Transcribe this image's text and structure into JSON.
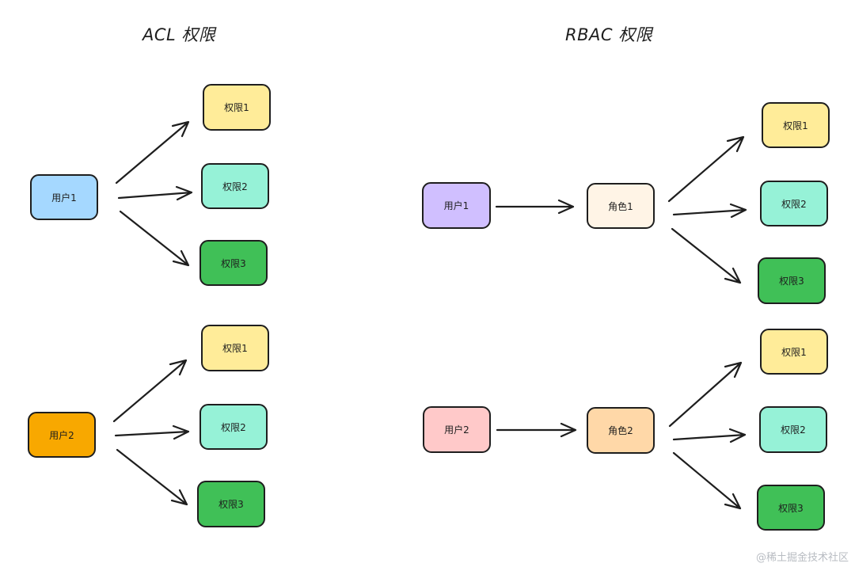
{
  "titles": {
    "acl": "ACL 权限",
    "rbac": "RBAC 权限"
  },
  "colors": {
    "user_acl_1": "#a5d8ff",
    "user_acl_2": "#f8a800",
    "user_rbac_1": "#d0bfff",
    "user_rbac_2": "#ffc9c9",
    "role_1": "#fff4e6",
    "role_2": "#ffd8a8",
    "perm_1": "#ffec99",
    "perm_2": "#96f2d7",
    "perm_3": "#40c057",
    "stroke": "#1e1e1e"
  },
  "acl": {
    "users": [
      {
        "label": "用户1",
        "permissions": [
          "权限1",
          "权限2",
          "权限3"
        ]
      },
      {
        "label": "用户2",
        "permissions": [
          "权限1",
          "权限2",
          "权限3"
        ]
      }
    ]
  },
  "rbac": {
    "users": [
      {
        "label": "用户1",
        "role": "角色1",
        "permissions": [
          "权限1",
          "权限2",
          "权限3"
        ]
      },
      {
        "label": "用户2",
        "role": "角色2",
        "permissions": [
          "权限1",
          "权限2",
          "权限3"
        ]
      }
    ]
  },
  "watermark": "@稀土掘金技术社区"
}
